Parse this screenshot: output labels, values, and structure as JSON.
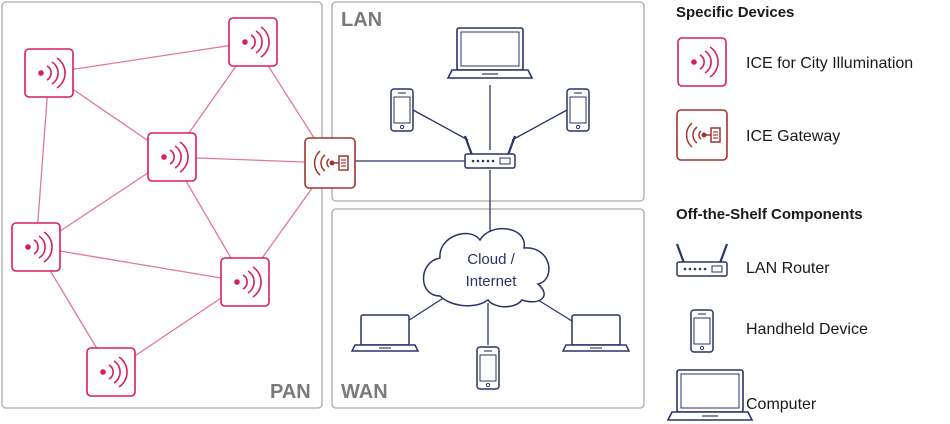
{
  "zones": {
    "pan": "PAN",
    "lan": "LAN",
    "wan": "WAN"
  },
  "cloud": {
    "line1": "Cloud /",
    "line2": "Internet"
  },
  "legend": {
    "specific_heading": "Specific Devices",
    "ice_city": "ICE for City Illumination",
    "ice_gateway": "ICE Gateway",
    "offshelf_heading": "Off-the-Shelf Components",
    "lan_router": "LAN Router",
    "handheld": "Handheld Device",
    "computer": "Computer"
  },
  "colors": {
    "ice_red": "#d81e5b",
    "gateway_brown": "#a0362e",
    "device_navy": "#2a3466",
    "zone_border": "#a9a9a9",
    "zone_label": "#7a7a7a"
  }
}
